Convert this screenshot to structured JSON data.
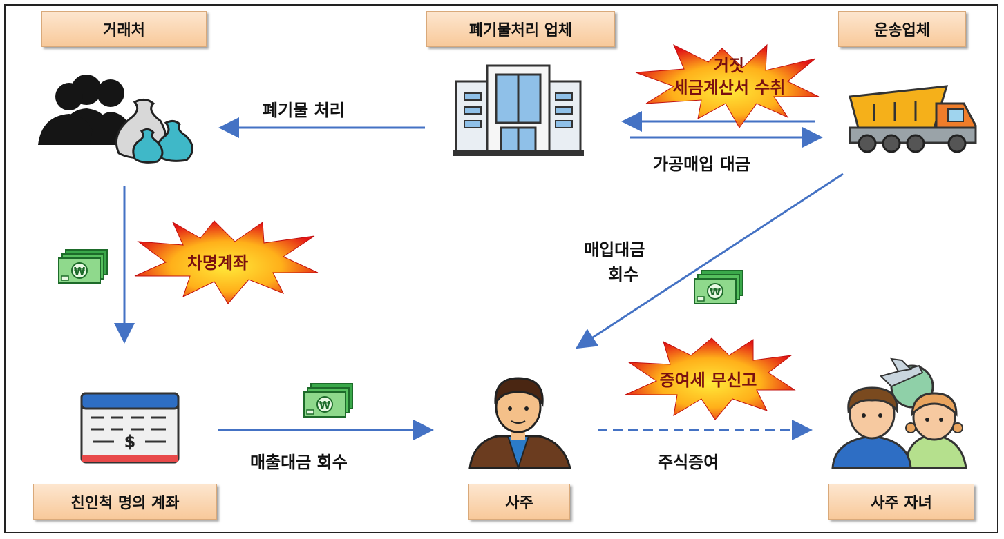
{
  "nodes": {
    "client": "거래처",
    "waste_company": "폐기물처리 업체",
    "transport_company": "운송업체",
    "relative_account": "친인척 명의 계좌",
    "owner": "사주",
    "owner_children": "사주 자녀"
  },
  "flows": {
    "waste_processing": "폐기물 처리",
    "processing_payment": "가공매입 대금",
    "purchase_recovery_line1": "매입대금",
    "purchase_recovery_line2": "회수",
    "sales_recovery": "매출대금 회수",
    "stock_gift": "주식증여"
  },
  "bursts": {
    "fake_invoice_line1": "거짓",
    "fake_invoice_line2": "세금계산서 수취",
    "borrowed_account": "차명계좌",
    "gift_tax_unreported": "증여세 무신고"
  },
  "colors": {
    "arrow": "#4472c4",
    "label_fill": "#f8c99a",
    "burst_outer": "#e01010",
    "burst_inner": "#ffd21e"
  }
}
